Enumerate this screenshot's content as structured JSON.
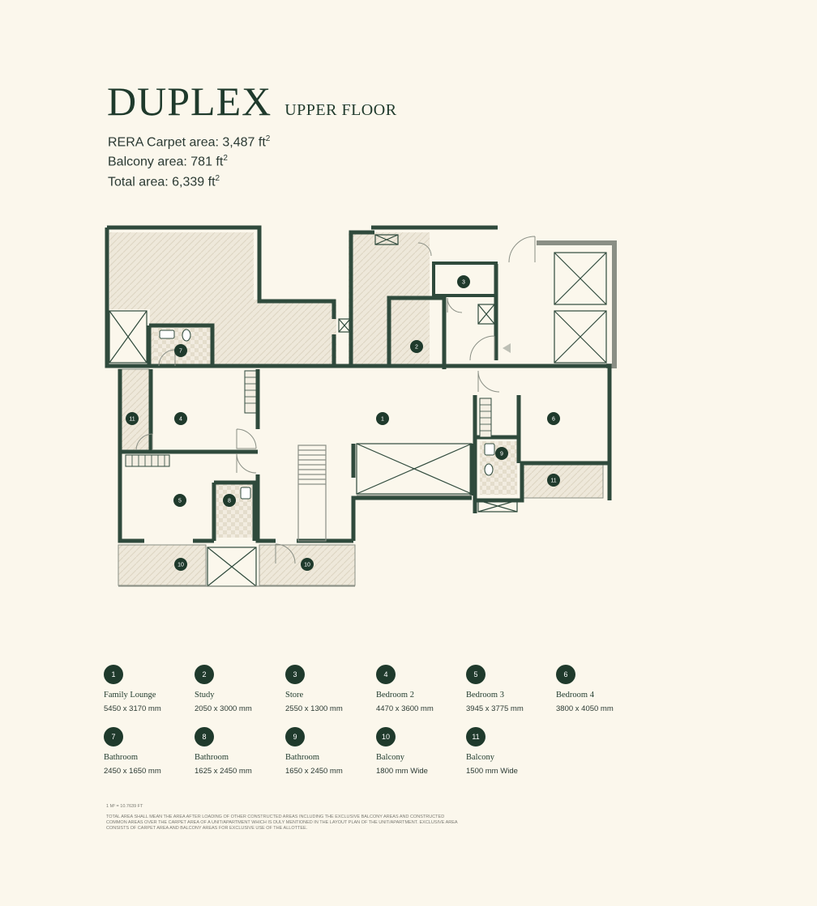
{
  "header": {
    "title": "DUPLEX",
    "subtitle": "UPPER FLOOR"
  },
  "areas": {
    "carpet_label": "RERA Carpet area: 3,487 ft",
    "balcony_label": "Balcony area: 781 ft",
    "total_label": "Total area: 6,339 ft",
    "superscript": "2"
  },
  "plan_markers": [
    "1",
    "2",
    "3",
    "4",
    "5",
    "6",
    "7",
    "8",
    "9",
    "10",
    "10",
    "11",
    "11"
  ],
  "legend": [
    {
      "num": "1",
      "name": "Family Lounge",
      "dims": "5450 x 3170 mm"
    },
    {
      "num": "2",
      "name": "Study",
      "dims": "2050 x 3000 mm"
    },
    {
      "num": "3",
      "name": "Store",
      "dims": "2550 x 1300 mm"
    },
    {
      "num": "4",
      "name": "Bedroom 2",
      "dims": "4470 x 3600 mm"
    },
    {
      "num": "5",
      "name": "Bedroom 3",
      "dims": "3945 x 3775 mm"
    },
    {
      "num": "6",
      "name": "Bedroom 4",
      "dims": "3800 x 4050 mm"
    },
    {
      "num": "7",
      "name": "Bathroom",
      "dims": "2450 x 1650 mm"
    },
    {
      "num": "8",
      "name": "Bathroom",
      "dims": "1625 x 2450 mm"
    },
    {
      "num": "9",
      "name": "Bathroom",
      "dims": "1650 x 2450 mm"
    },
    {
      "num": "10",
      "name": "Balcony",
      "dims": "1800 mm Wide"
    },
    {
      "num": "11",
      "name": "Balcony",
      "dims": "1500 mm Wide"
    }
  ],
  "footnote": {
    "scale": "1 M² = 10.7639 FT",
    "text": "Total area shall mean the area after loading of other constructed areas including the exclusive balcony areas and constructed common areas over the carpet area of a unit/apartment which is duly mentioned in the layout plan of the unit/apartment. Exclusive area consists of carpet area and balcony areas for exclusive use of the allottee."
  },
  "colors": {
    "background": "#fbf7ec",
    "wall": "#2f4a3c",
    "badge": "#1f3a2c",
    "hatch": "#e9e3d4"
  }
}
